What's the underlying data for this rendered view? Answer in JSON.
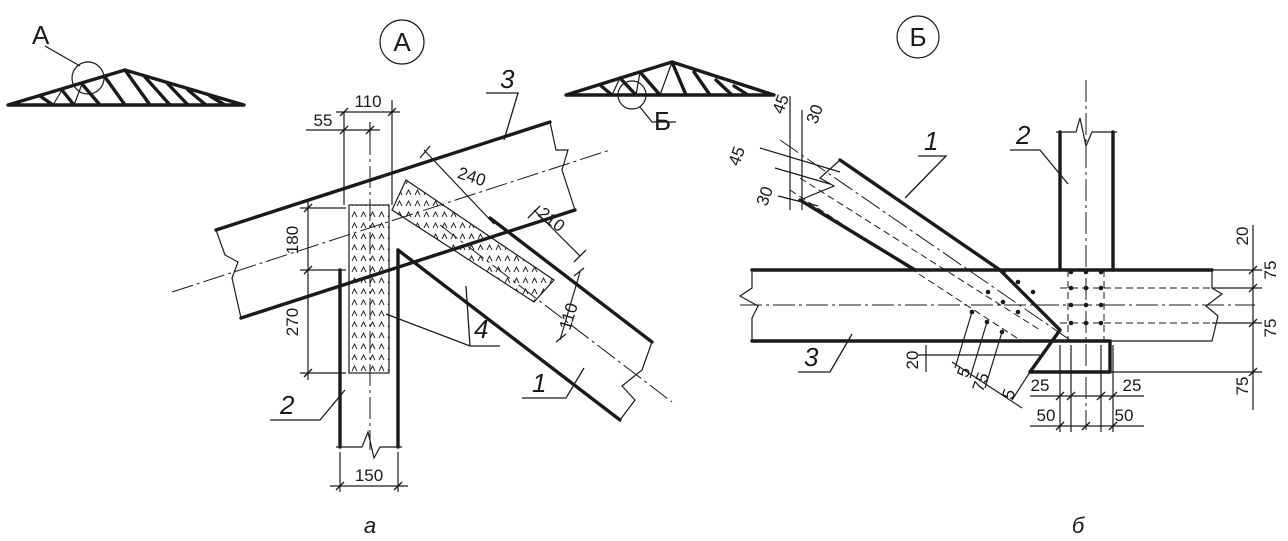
{
  "view_a": {
    "marker": "А",
    "key_label": "А",
    "dims": {
      "d110": "110",
      "d55": "55",
      "d240": "240",
      "d210": "210",
      "d180": "180",
      "d270": "270",
      "d110b": "110",
      "d150": "150"
    },
    "items": {
      "top_chord": "3",
      "post": "2",
      "diagonal": "1",
      "gusset": "4"
    },
    "caption": "а"
  },
  "view_b": {
    "marker": "Б",
    "key_label": "Б",
    "dims": {
      "d45a": "45",
      "d30a": "30",
      "d45b": "45",
      "d30b": "30",
      "d20a": "20",
      "d75a": "75",
      "d75b": "75",
      "d75c": "75",
      "d20b": "20",
      "d5a": "5",
      "d75mid": "75",
      "d5b": "5",
      "d25a": "25",
      "d25b": "25",
      "d50a": "50",
      "d50b": "50"
    },
    "items": {
      "diagonal": "1",
      "post": "2",
      "bottom_chord": "3"
    },
    "caption": "б"
  }
}
